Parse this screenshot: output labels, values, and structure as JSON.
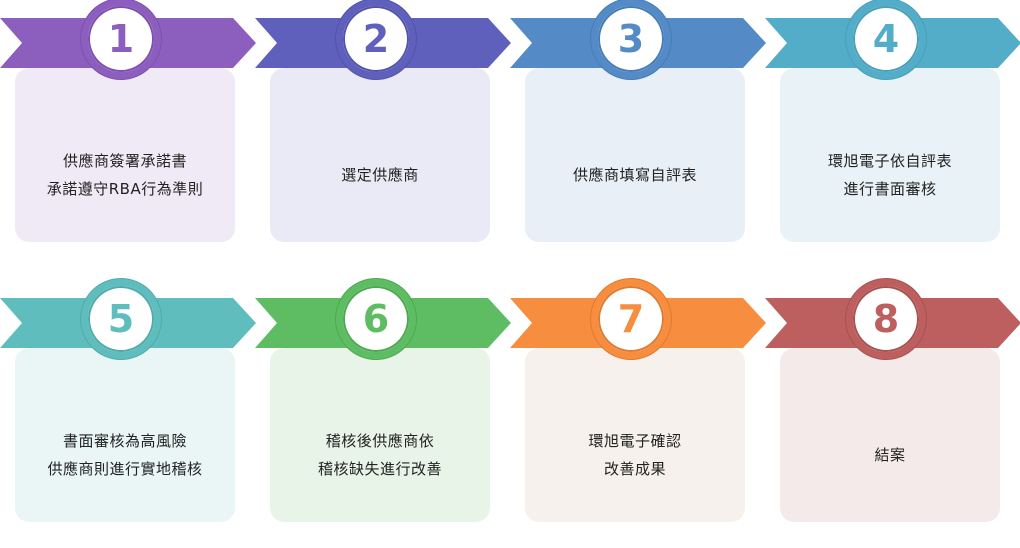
{
  "diagram": {
    "type": "process-flow",
    "steps": [
      {
        "number": "1",
        "text": "供應商簽署承諾書\n承諾遵守RBA行為準則",
        "color": "#8c5fbf",
        "ring": "#7c4fb0",
        "bg": "#f0eaf7"
      },
      {
        "number": "2",
        "text": "選定供應商",
        "color": "#5f60bc",
        "ring": "#5253a9",
        "bg": "#eaeaf6"
      },
      {
        "number": "3",
        "text": "供應商填寫自評表",
        "color": "#548bc7",
        "ring": "#467cb6",
        "bg": "#e9eff7"
      },
      {
        "number": "4",
        "text": "環旭電子依自評表\n進行書面審核",
        "color": "#53adc8",
        "ring": "#479fb8",
        "bg": "#e9f2f6"
      },
      {
        "number": "5",
        "text": "書面審核為高風險\n供應商則進行實地稽核",
        "color": "#5fbebd",
        "ring": "#4fabaa",
        "bg": "#e9f6f5"
      },
      {
        "number": "6",
        "text": "稽核後供應商依\n稽核缺失進行改善",
        "color": "#5ebd63",
        "ring": "#4da852",
        "bg": "#e9f4e9"
      },
      {
        "number": "7",
        "text": "環旭電子確認\n改善成果",
        "color": "#f68d3f",
        "ring": "#e07a2e",
        "bg": "#f6f1ec"
      },
      {
        "number": "8",
        "text": "結案",
        "color": "#bd5f5f",
        "ring": "#a85050",
        "bg": "#f5eaea"
      }
    ]
  }
}
